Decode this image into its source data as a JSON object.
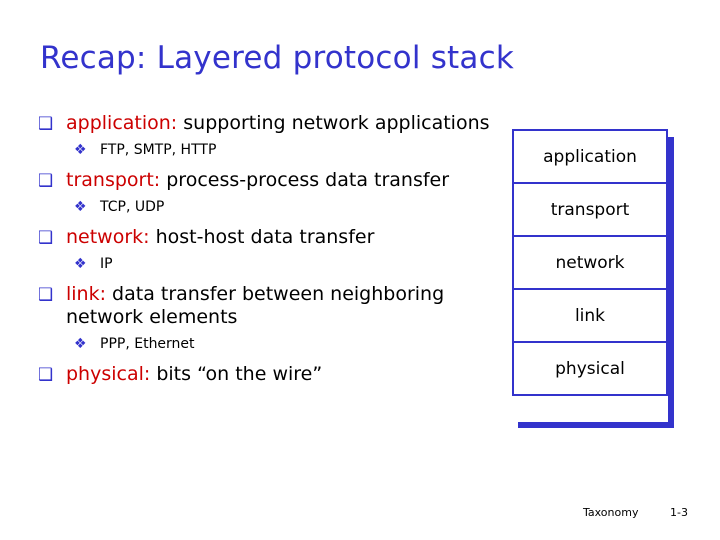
{
  "slide": {
    "title": "Recap: Layered protocol stack",
    "bullets": [
      {
        "marker": "❑",
        "keyword": "application:",
        "text": " supporting network applications",
        "sub": [
          {
            "marker": "❖",
            "text": "FTP, SMTP, HTTP"
          }
        ]
      },
      {
        "marker": "❑",
        "keyword": "transport:",
        "text": " process-process data transfer",
        "sub": [
          {
            "marker": "❖",
            "text": "TCP, UDP"
          }
        ]
      },
      {
        "marker": "❑",
        "keyword": "network:",
        "text": " host-host data transfer",
        "sub": [
          {
            "marker": "❖",
            "text": "IP"
          }
        ]
      },
      {
        "marker": "❑",
        "keyword": "link:",
        "text": " data transfer between neighboring  network elements",
        "sub": [
          {
            "marker": "❖",
            "text": "PPP, Ethernet"
          }
        ]
      },
      {
        "marker": "❑",
        "keyword": "physical:",
        "text": " bits “on the wire”",
        "sub": []
      }
    ],
    "stack": [
      {
        "label": "application"
      },
      {
        "label": "transport"
      },
      {
        "label": "network"
      },
      {
        "label": "link"
      },
      {
        "label": "physical"
      }
    ],
    "footer": {
      "left": "Taxonomy",
      "right": "1-3"
    },
    "colors": {
      "title": "#3333cc",
      "keyword": "#cc0000",
      "marker": "#3333cc",
      "box_border": "#3333cc",
      "text": "#000000"
    }
  }
}
